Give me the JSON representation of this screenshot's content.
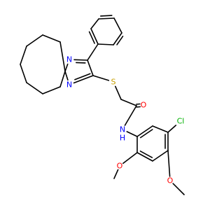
{
  "molecule": {
    "atom_labels": {
      "n1": "N",
      "n2": "N",
      "s": "S",
      "o_carbonyl": "O",
      "nh": "N",
      "h": "H",
      "cl": "Cl",
      "o_methoxy_ortho": "O",
      "o_methoxy_para": "O"
    },
    "colors": {
      "bond": "#000000",
      "N": "#0000ff",
      "S": "#c8a000",
      "O": "#ff0000",
      "Cl": "#00b000"
    }
  }
}
